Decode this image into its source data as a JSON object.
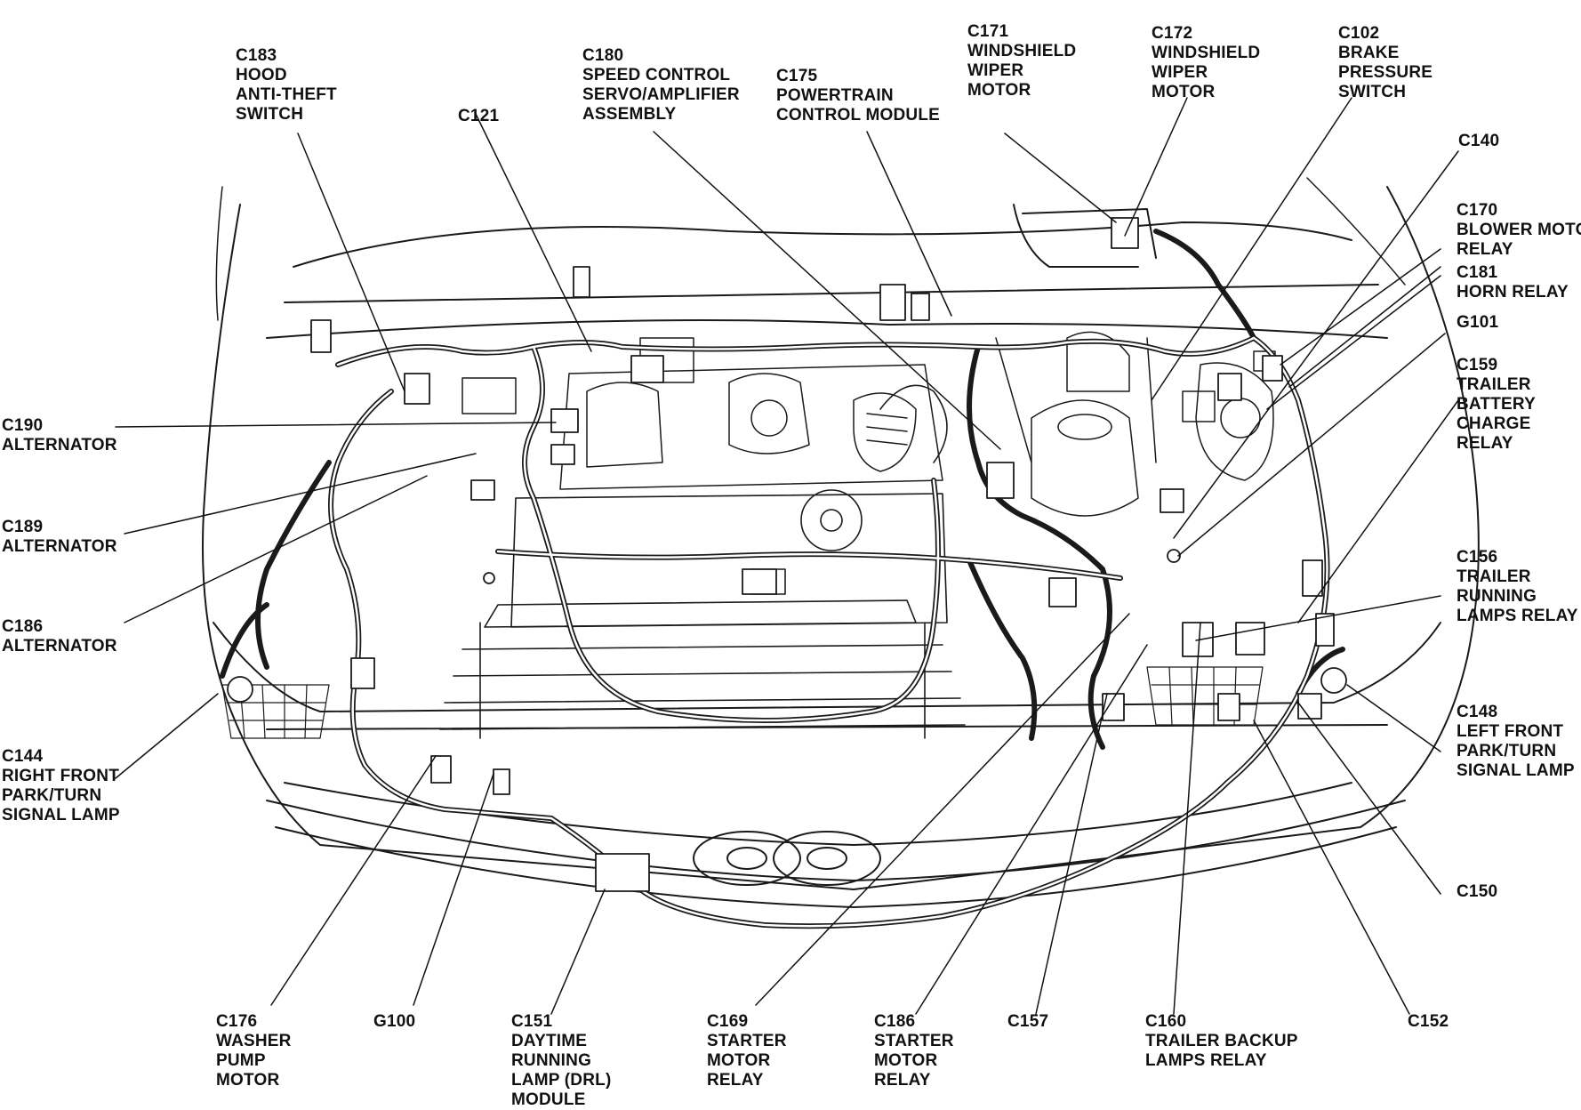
{
  "diagram": {
    "labels": {
      "c183": [
        "C183",
        "HOOD",
        "ANTI-THEFT",
        "SWITCH"
      ],
      "c121": [
        "C121"
      ],
      "c180": [
        "C180",
        "SPEED CONTROL",
        "SERVO/AMPLIFIER",
        "ASSEMBLY"
      ],
      "c175": [
        "C175",
        "POWERTRAIN",
        "CONTROL MODULE"
      ],
      "c171": [
        "C171",
        "WINDSHIELD",
        "WIPER",
        "MOTOR"
      ],
      "c172": [
        "C172",
        "WINDSHIELD",
        "WIPER",
        "MOTOR"
      ],
      "c102": [
        "C102",
        "BRAKE",
        "PRESSURE",
        "SWITCH"
      ],
      "c140": [
        "C140"
      ],
      "c170": [
        "C170",
        "BLOWER MOTOR",
        "RELAY"
      ],
      "c181": [
        "C181",
        "HORN RELAY"
      ],
      "g101": [
        "G101"
      ],
      "c159": [
        "C159",
        "TRAILER",
        "BATTERY",
        "CHARGE",
        "RELAY"
      ],
      "c156": [
        "C156",
        "TRAILER",
        "RUNNING",
        "LAMPS RELAY"
      ],
      "c148": [
        "C148",
        "LEFT FRONT",
        "PARK/TURN",
        "SIGNAL LAMP"
      ],
      "c150": [
        "C150"
      ],
      "c152": [
        "C152"
      ],
      "c160": [
        "C160",
        "TRAILER BACKUP",
        "LAMPS RELAY"
      ],
      "c157": [
        "C157"
      ],
      "c186s": [
        "C186",
        "STARTER",
        "MOTOR",
        "RELAY"
      ],
      "c169": [
        "C169",
        "STARTER",
        "MOTOR",
        "RELAY"
      ],
      "c151": [
        "C151",
        "DAYTIME",
        "RUNNING",
        "LAMP (DRL)",
        "MODULE"
      ],
      "g100": [
        "G100"
      ],
      "c176": [
        "C176",
        "WASHER",
        "PUMP",
        "MOTOR"
      ],
      "c144": [
        "C144",
        "RIGHT FRONT",
        "PARK/TURN",
        "SIGNAL LAMP"
      ],
      "c186a": [
        "C186",
        "ALTERNATOR"
      ],
      "c189": [
        "C189",
        "ALTERNATOR"
      ],
      "c190": [
        "C190",
        "ALTERNATOR"
      ]
    }
  }
}
